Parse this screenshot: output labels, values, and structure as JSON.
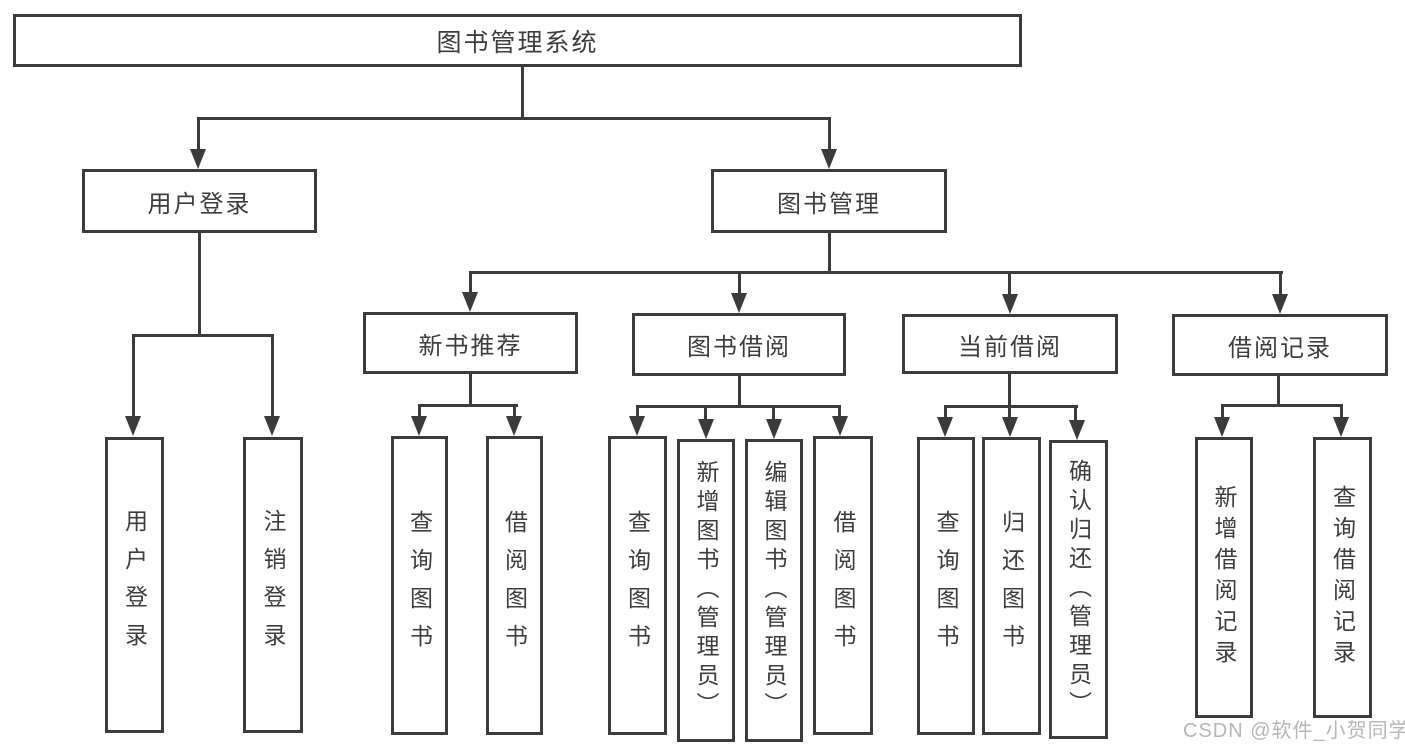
{
  "diagram": {
    "root": {
      "label": "图书管理系统"
    },
    "branches": [
      {
        "label": "用户登录",
        "children": [
          {
            "label": "用户登录"
          },
          {
            "label": "注销登录"
          }
        ]
      },
      {
        "label": "图书管理",
        "children": [
          {
            "label": "新书推荐",
            "children": [
              {
                "label": "查询图书"
              },
              {
                "label": "借阅图书"
              }
            ]
          },
          {
            "label": "图书借阅",
            "children": [
              {
                "label": "查询图书"
              },
              {
                "label": "新增图书（管理员）"
              },
              {
                "label": "编辑图书（管理员）"
              },
              {
                "label": "借阅图书"
              }
            ]
          },
          {
            "label": "当前借阅",
            "children": [
              {
                "label": "查询图书"
              },
              {
                "label": "归还图书"
              },
              {
                "label": "确认归还（管理员）"
              }
            ]
          },
          {
            "label": "借阅记录",
            "children": [
              {
                "label": "新增借阅记录"
              },
              {
                "label": "查询借阅记录"
              }
            ]
          }
        ]
      }
    ]
  },
  "watermark": {
    "text": "CSDN @软件_小贺同学"
  },
  "colors": {
    "line": "#3b3b3b",
    "text": "#3d3d3d",
    "watermark": "#b6b6b6",
    "background": "#ffffff"
  }
}
